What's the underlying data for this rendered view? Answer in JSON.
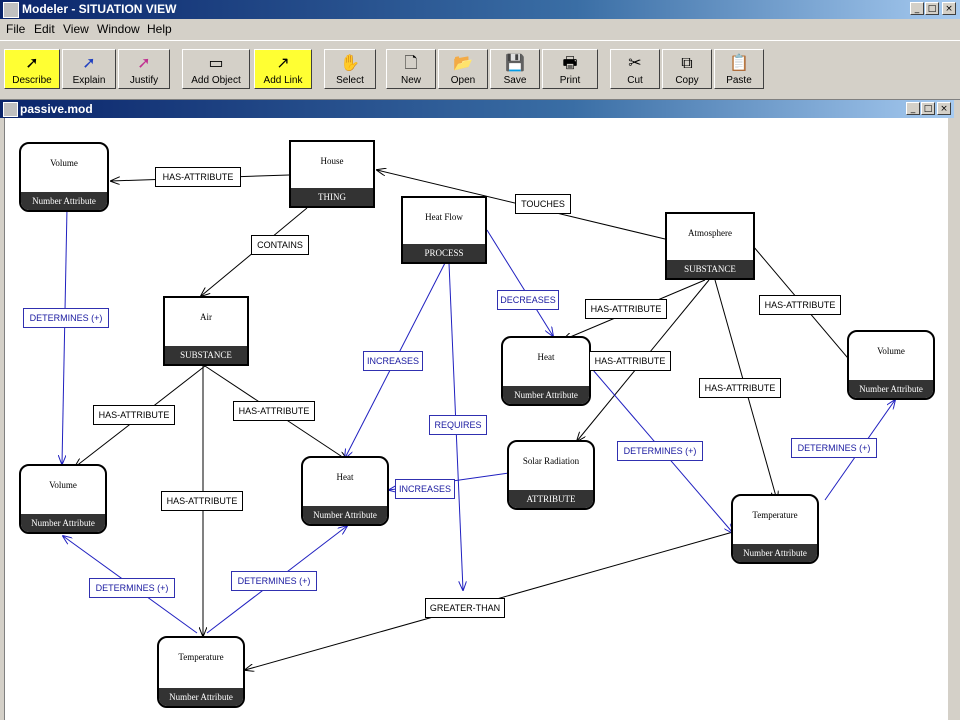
{
  "window": {
    "title": "Modeler - SITUATION VIEW"
  },
  "window_controls": {
    "minimize": "_",
    "maximize": "□",
    "close": "×"
  },
  "menu": [
    "File",
    "Edit",
    "View",
    "Window",
    "Help"
  ],
  "toolbar": {
    "describe": "Describe",
    "explain": "Explain",
    "justify": "Justify",
    "add_object": "Add Object",
    "add_link": "Add Link",
    "select": "Select",
    "new": "New",
    "open": "Open",
    "save": "Save",
    "print": "Print",
    "cut": "Cut",
    "copy": "Copy",
    "paste": "Paste"
  },
  "icons": {
    "describe": "arrow-pointer-icon",
    "explain": "arrow-pointer-icon",
    "justify": "arrow-pointer-icon",
    "add_object": "rectangle-icon",
    "add_link": "arrow-icon",
    "select": "hand-icon",
    "new": "page-icon",
    "open": "folder-icon",
    "save": "floppy-icon",
    "print": "printer-icon",
    "cut": "scissors-icon",
    "copy": "copy-icon",
    "paste": "clipboard-icon"
  },
  "document": {
    "title": "passive.mod"
  },
  "nodes": {
    "volume_top": {
      "name": "Volume",
      "type": "Number Attribute"
    },
    "house": {
      "name": "House",
      "type": "THING"
    },
    "heat_flow": {
      "name": "Heat Flow",
      "type": "PROCESS"
    },
    "atmosphere": {
      "name": "Atmosphere",
      "type": "SUBSTANCE"
    },
    "air": {
      "name": "Air",
      "type": "SUBSTANCE"
    },
    "heat_right": {
      "name": "Heat",
      "type": "Number Attribute"
    },
    "volume_right": {
      "name": "Volume",
      "type": "Number Attribute"
    },
    "volume_left": {
      "name": "Volume",
      "type": "Number Attribute"
    },
    "heat_mid": {
      "name": "Heat",
      "type": "Number Attribute"
    },
    "solar_radiation": {
      "name": "Solar Radiation",
      "type": "ATTRIBUTE"
    },
    "temperature_right": {
      "name": "Temperature",
      "type": "Number Attribute"
    },
    "temperature_bottom": {
      "name": "Temperature",
      "type": "Number Attribute"
    }
  },
  "edge_labels": {
    "has_attribute_house_volume": "HAS-ATTRIBUTE",
    "touches": "TOUCHES",
    "contains": "CONTAINS",
    "decreases": "DECREASES",
    "has_attribute_atm_heat": "HAS-ATTRIBUTE",
    "has_attribute_atm_volume": "HAS-ATTRIBUTE",
    "determines_left_top": "DETERMINES (+)",
    "increases_flow_heat": "INCREASES",
    "has_attribute_atm_solar": "HAS-ATTRIBUTE",
    "has_attribute_atm_temp": "HAS-ATTRIBUTE",
    "has_attribute_air_volume": "HAS-ATTRIBUTE",
    "has_attribute_air_heat": "HAS-ATTRIBUTE",
    "requires": "REQUIRES",
    "determines_heat_temp": "DETERMINES (+)",
    "determines_temp_volume": "DETERMINES (+)",
    "increases_solar_heat": "INCREASES",
    "has_attribute_air_temp": "HAS-ATTRIBUTE",
    "determines_bottom_left": "DETERMINES (+)",
    "determines_bottom_right": "DETERMINES (+)",
    "greater_than": "GREATER-THAN"
  }
}
